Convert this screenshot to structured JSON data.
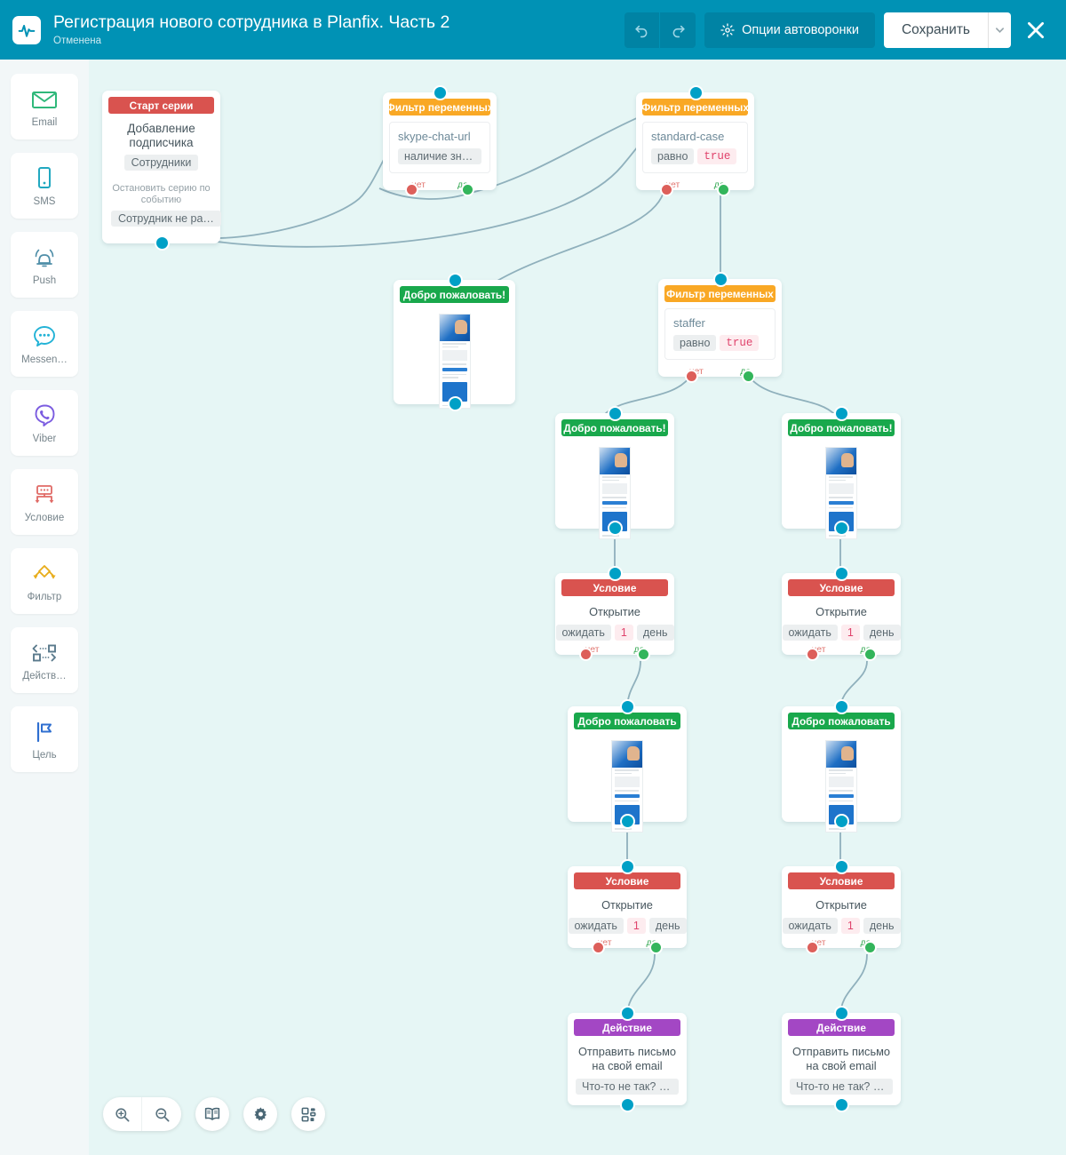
{
  "header": {
    "title": "Регистрация нового сотрудника в Planfix. Часть 2",
    "status": "Отменена",
    "logo_icon": "pulse-logo-icon",
    "undo_icon": "undo-icon",
    "redo_icon": "redo-icon",
    "options_label": "Опции автоворонки",
    "options_icon": "gear-icon",
    "save_label": "Сохранить",
    "save_caret_icon": "chevron-down-icon",
    "close_icon": "close-icon",
    "accent_color": "#0092b5"
  },
  "sidebar": {
    "items": [
      {
        "label": "Email",
        "icon": "envelope-icon",
        "color": "#2fb87a"
      },
      {
        "label": "SMS",
        "icon": "phone-icon",
        "color": "#21a8c0"
      },
      {
        "label": "Push",
        "icon": "bell-icon",
        "color": "#4f8ea8"
      },
      {
        "label": "Messen…",
        "icon": "chat-bubble-icon",
        "color": "#22b2d6"
      },
      {
        "label": "Viber",
        "icon": "viber-icon",
        "color": "#7b5ce0"
      },
      {
        "label": "Условие",
        "icon": "condition-icon",
        "color": "#e06a66"
      },
      {
        "label": "Фильтр",
        "icon": "filter-icon",
        "color": "#e8ad1c"
      },
      {
        "label": "Действ…",
        "icon": "action-icon",
        "color": "#5a7a8c"
      },
      {
        "label": "Цель",
        "icon": "flag-icon",
        "color": "#2f6fd0"
      }
    ]
  },
  "bottom_toolbar": {
    "buttons": [
      {
        "icon": "zoom-in-icon",
        "name": "zoom-in-button"
      },
      {
        "icon": "zoom-out-icon",
        "name": "zoom-out-button"
      },
      {
        "icon": "book-icon",
        "name": "help-button"
      },
      {
        "icon": "gear-icon",
        "name": "settings-button"
      },
      {
        "icon": "blocks-icon",
        "name": "blocks-button"
      }
    ]
  },
  "canvas": {
    "background_color": "#e6f6f5",
    "branch_no_label": "нет",
    "branch_yes_label": "да",
    "nodes": [
      {
        "id": "start",
        "type": "start",
        "header": "Старт серии",
        "main_text": "Добавление подписчика",
        "chip": "Сотрудники",
        "sub_text": "Остановить серию по событию",
        "sub_chip": "Сотрудник не ра…",
        "header_color": "#d9534f"
      },
      {
        "id": "filter-skype",
        "type": "filter",
        "header": "Фильтр переменных",
        "variable": "skype-chat-url",
        "condition": "наличие значения …",
        "header_color": "#f9a825"
      },
      {
        "id": "filter-standard-case",
        "type": "filter",
        "header": "Фильтр переменных",
        "variable": "standard-case",
        "operator": "равно",
        "value": "true",
        "header_color": "#f9a825"
      },
      {
        "id": "email-welcome-left",
        "type": "email",
        "header": "Добро пожаловать!",
        "header_color": "#19a84c"
      },
      {
        "id": "filter-staffer",
        "type": "filter",
        "header": "Фильтр переменных",
        "variable": "staffer",
        "operator": "равно",
        "value": "true",
        "header_color": "#f9a825"
      },
      {
        "id": "email-welcome-mid",
        "type": "email",
        "header": "Добро пожаловать!",
        "header_color": "#19a84c"
      },
      {
        "id": "email-welcome-right",
        "type": "email",
        "header": "Добро пожаловать!",
        "header_color": "#19a84c"
      },
      {
        "id": "cond-open-mid-1",
        "type": "condition",
        "header": "Условие",
        "title": "Открытие",
        "wait_label": "ожидать",
        "wait_value": "1",
        "unit_label": "день",
        "header_color": "#d9534f"
      },
      {
        "id": "cond-open-right-1",
        "type": "condition",
        "header": "Условие",
        "title": "Открытие",
        "wait_label": "ожидать",
        "wait_value": "1",
        "unit_label": "день",
        "header_color": "#d9534f"
      },
      {
        "id": "email-welcome2-mid",
        "type": "email",
        "header": "Добро пожаловать",
        "header_color": "#19a84c"
      },
      {
        "id": "email-welcome2-right",
        "type": "email",
        "header": "Добро пожаловать",
        "header_color": "#19a84c"
      },
      {
        "id": "cond-open-mid-2",
        "type": "condition",
        "header": "Условие",
        "title": "Открытие",
        "wait_label": "ожидать",
        "wait_value": "1",
        "unit_label": "день",
        "header_color": "#d9534f"
      },
      {
        "id": "cond-open-right-2",
        "type": "condition",
        "header": "Условие",
        "title": "Открытие",
        "wait_label": "ожидать",
        "wait_value": "1",
        "unit_label": "день",
        "header_color": "#d9534f"
      },
      {
        "id": "action-mid",
        "type": "action",
        "header": "Действие",
        "title": "Отправить письмо на свой email",
        "chip": "Что-то не так? Н…",
        "header_color": "#a347c4"
      },
      {
        "id": "action-right",
        "type": "action",
        "header": "Действие",
        "title": "Отправить письмо на свой email",
        "chip": "Что-то не так? Н…",
        "header_color": "#a347c4"
      }
    ]
  }
}
